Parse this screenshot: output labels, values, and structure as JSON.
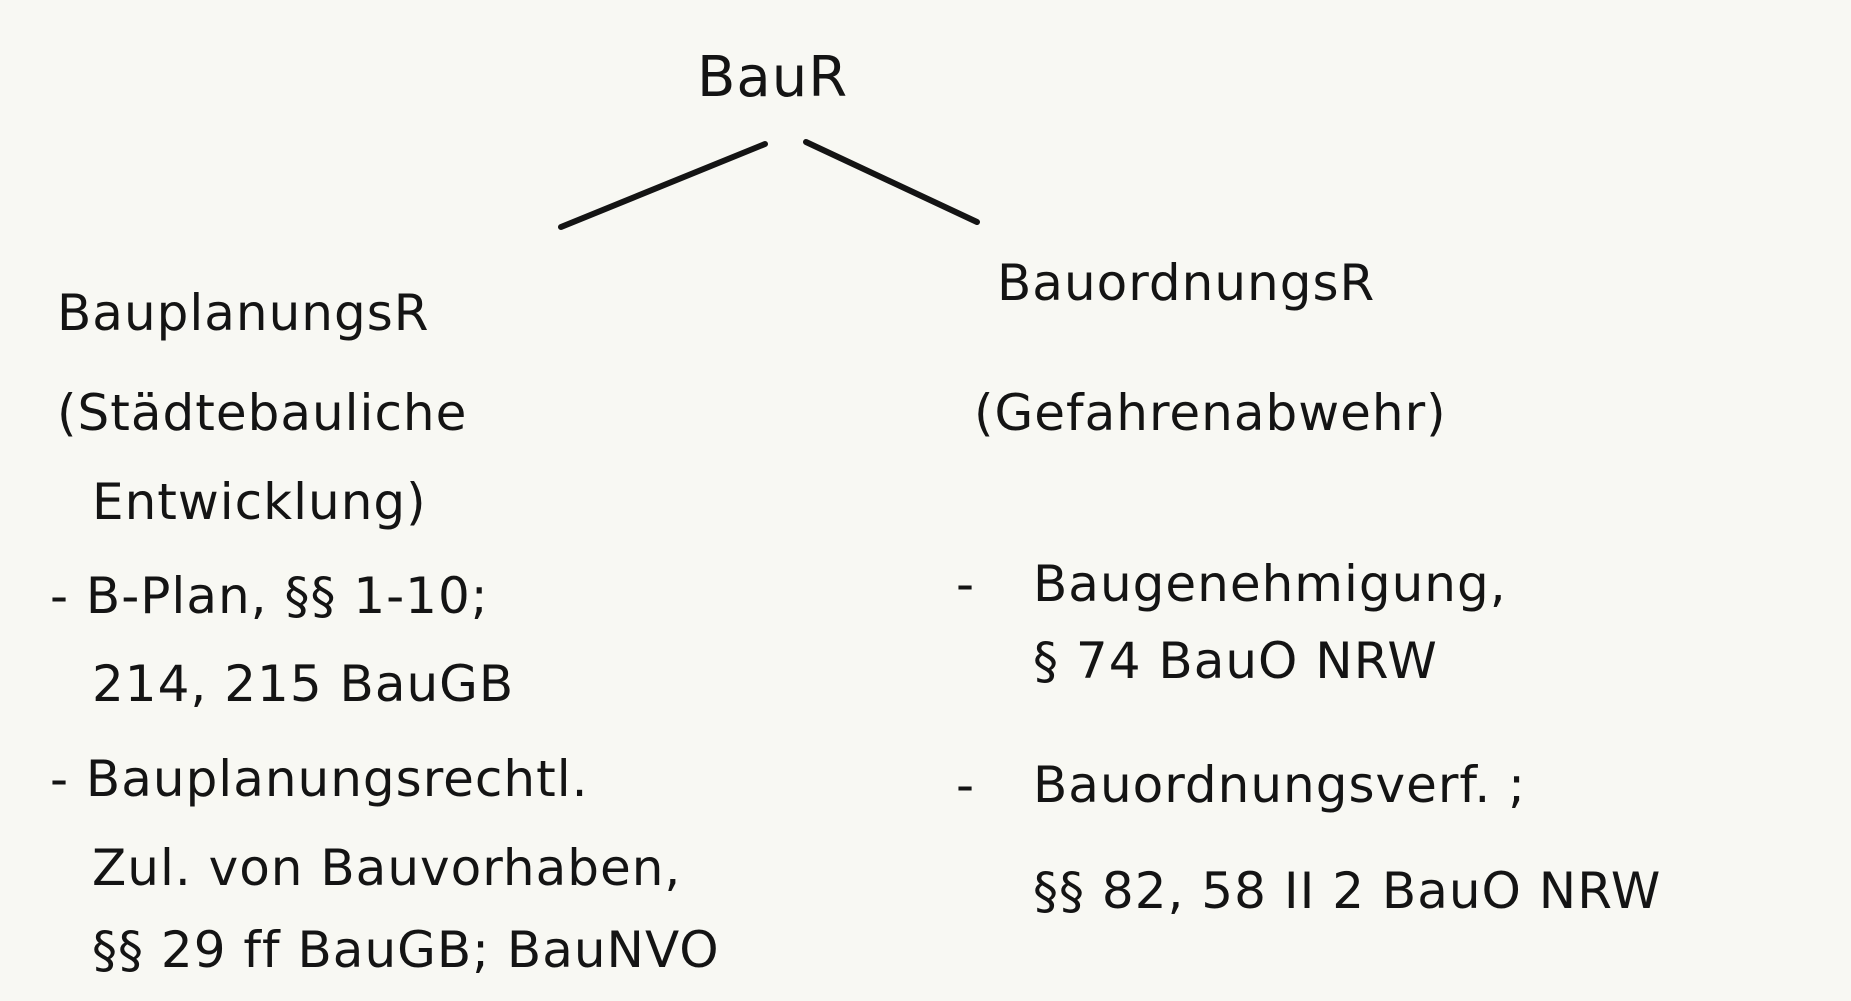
{
  "root": {
    "label": "BauR"
  },
  "left": {
    "title": "BauplanungsR",
    "subtitle_line1": "(Städtebauliche",
    "subtitle_line2": "Entwicklung)",
    "items": [
      {
        "line1": "- B-Plan, §§ 1-10;",
        "line2": "214, 215 BauGB"
      },
      {
        "line1": "- Bauplanungsrechtl.",
        "line2": "Zul. von Bauvorhaben,",
        "line3": "§§ 29 ff BauGB; BauNVO"
      }
    ]
  },
  "right": {
    "title": "BauordnungsR",
    "subtitle": "(Gefahrenabwehr)",
    "items": [
      {
        "dash": "-",
        "line1": "Baugenehmigung,",
        "line2": "§ 74 BauO NRW"
      },
      {
        "dash": "-",
        "line1": "Bauordnungsverf. ;",
        "line2": "§§ 82, 58 II 2 BauO NRW"
      }
    ]
  }
}
